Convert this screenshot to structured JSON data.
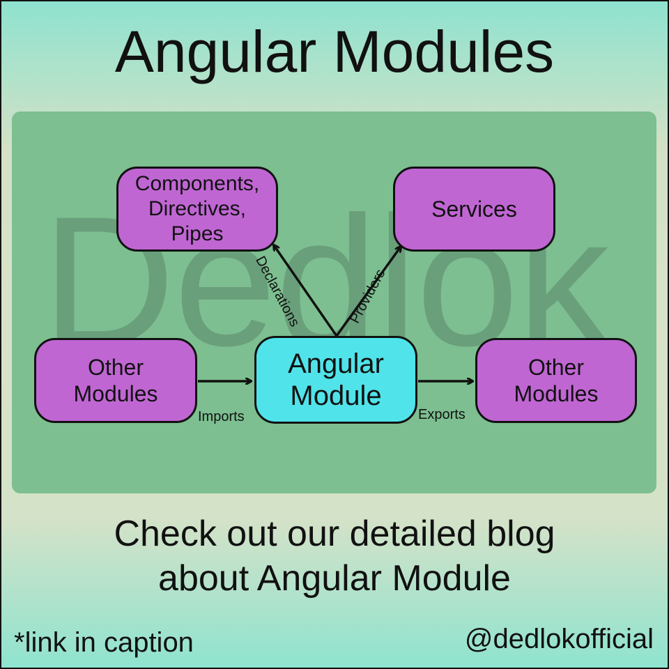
{
  "title": "Angular Modules",
  "watermark": "Dedlok",
  "nodes": {
    "components": "Components,\nDirectives,\nPipes",
    "services": "Services",
    "angular_module": "Angular\nModule",
    "other_modules_left": "Other\nModules",
    "other_modules_right": "Other\nModules"
  },
  "edges": {
    "declarations": "Declarations",
    "providers": "Providers",
    "imports": "Imports",
    "exports": "Exports"
  },
  "cta": {
    "line1": "Check out our detailed blog",
    "line2": "about Angular Module"
  },
  "footer": {
    "link_note": "*link in caption",
    "handle": "@dedlokofficial"
  },
  "colors": {
    "background_edge": "#8ee2cf",
    "panel": "#7dbf90",
    "node": "#c066d3",
    "center_node": "#50e3ea"
  }
}
